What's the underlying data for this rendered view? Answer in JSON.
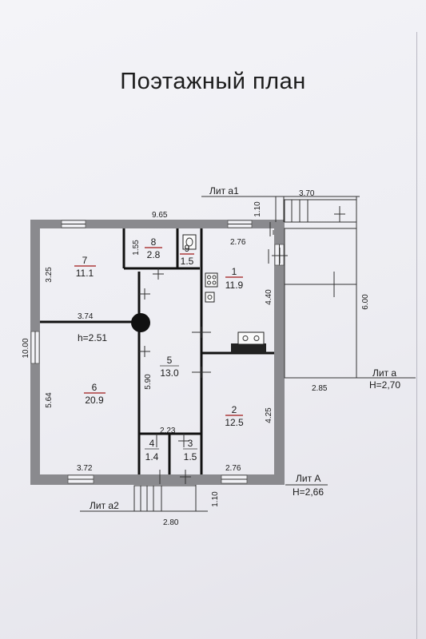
{
  "title": "Поэтажный план",
  "colors": {
    "wall": "#8a8a8e",
    "room_number_underline": "#a01818"
  },
  "labels": {
    "lit_a1": "Лит а1",
    "lit_a": "Лит а",
    "lit_a_height": "H=2,70",
    "lit_A": "Лит А",
    "lit_A_height": "H=2,66",
    "lit_a2": "Лит а2",
    "ceiling_height": "h=2.51"
  },
  "dimensions": {
    "top_width": "9.65",
    "side_height": "10.00",
    "annex_a1_width": "3.70",
    "annex_a1_depth_top": "1.10",
    "annex_a_height": "6.00",
    "annex_a_width": "2.85",
    "annex_a2_depth": "1.10",
    "annex_a2_width": "2.80",
    "room7_height": "3.25",
    "room7_width": "3.74",
    "room8_height": "1.55",
    "room1_width": "2.76",
    "room1_height": "4.40",
    "room6_height": "5.64",
    "room6_width": "3.72",
    "room5_height": "5.90",
    "room2_height": "4.25",
    "room2_width": "2.76",
    "wc_width": "2.23"
  },
  "rooms": [
    {
      "number": "1",
      "area": "11.9"
    },
    {
      "number": "2",
      "area": "12.5"
    },
    {
      "number": "3",
      "area": "1.5"
    },
    {
      "number": "4",
      "area": "1.4"
    },
    {
      "number": "5",
      "area": "13.0"
    },
    {
      "number": "6",
      "area": "20.9"
    },
    {
      "number": "7",
      "area": "11.1"
    },
    {
      "number": "8",
      "area": "2.8"
    },
    {
      "number": "9",
      "area": "1.5"
    }
  ]
}
